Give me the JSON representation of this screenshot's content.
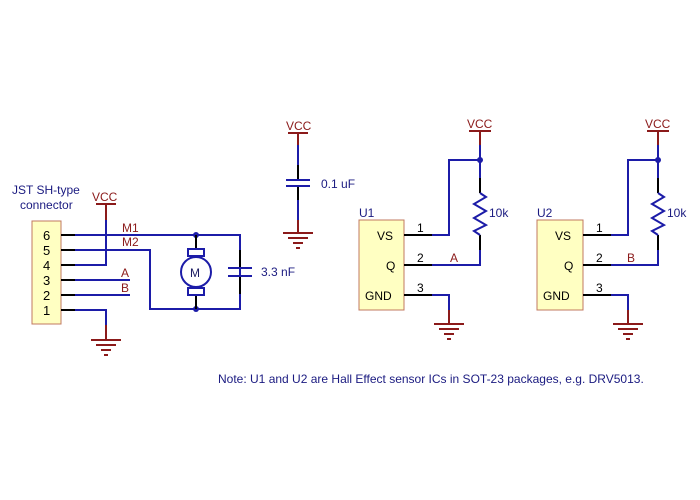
{
  "connector": {
    "title_line1": "JST SH-type",
    "title_line2": "connector",
    "pins": [
      "6",
      "5",
      "4",
      "3",
      "2",
      "1"
    ]
  },
  "nets": {
    "m1": "M1",
    "m2": "M2",
    "a": "A",
    "b": "B"
  },
  "power": {
    "vcc": "VCC"
  },
  "motor": {
    "symbol": "M"
  },
  "capacitors": {
    "motor_cap": "3.3 nF",
    "decoupling_cap": "0.1 uF"
  },
  "u1": {
    "ref": "U1",
    "pins": [
      {
        "name": "VS",
        "num": "1"
      },
      {
        "name": "Q",
        "num": "2"
      },
      {
        "name": "GND",
        "num": "3"
      }
    ],
    "pullup": "10k",
    "output_net": "A"
  },
  "u2": {
    "ref": "U2",
    "pins": [
      {
        "name": "VS",
        "num": "1"
      },
      {
        "name": "Q",
        "num": "2"
      },
      {
        "name": "GND",
        "num": "3"
      }
    ],
    "pullup": "10k",
    "output_net": "B"
  },
  "note": "Note: U1 and U2 are Hall Effect sensor ICs in SOT-23 packages, e.g. DRV5013.",
  "colors": {
    "wire": "#1c1ca8",
    "power": "#8b1a1a",
    "pin_stub": "#000000",
    "component_body": "#ffffc2",
    "text": "#1a1a80"
  }
}
